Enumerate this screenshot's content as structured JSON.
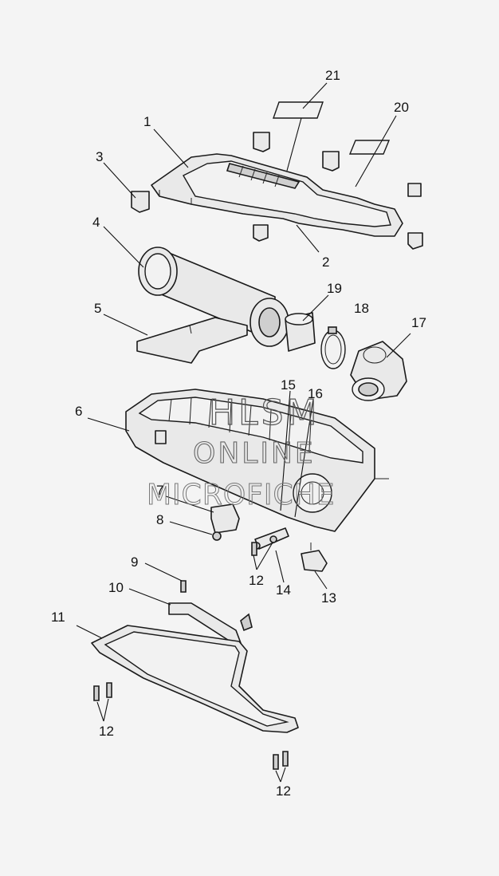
{
  "callouts": {
    "c1": "1",
    "c2": "2",
    "c3": "3",
    "c4": "4",
    "c5": "5",
    "c6": "6",
    "c7": "7",
    "c8": "8",
    "c9": "9",
    "c10": "10",
    "c11": "11",
    "c12a": "12",
    "c12b": "12",
    "c12c": "12",
    "c13": "13",
    "c14": "14",
    "c15": "15",
    "c16": "16",
    "c17": "17",
    "c18": "18",
    "c19": "19",
    "c20": "20",
    "c21": "21"
  },
  "watermark": {
    "line1": "HLSM",
    "line2": "ONLINE",
    "line3": "MICROFICHE"
  }
}
